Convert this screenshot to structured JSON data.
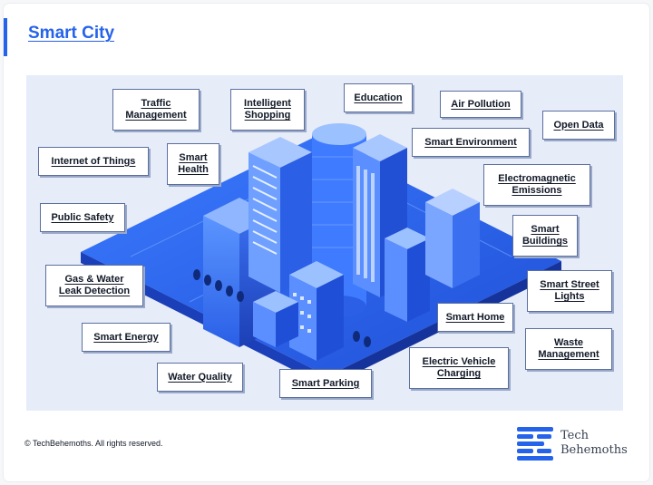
{
  "header": {
    "title": "Smart City"
  },
  "labels": [
    {
      "id": "traffic-management",
      "text": "Traffic\nManagement"
    },
    {
      "id": "intelligent-shopping",
      "text": "Intelligent\nShopping"
    },
    {
      "id": "education",
      "text": "Education"
    },
    {
      "id": "air-pollution",
      "text": "Air Pollution"
    },
    {
      "id": "open-data",
      "text": "Open Data"
    },
    {
      "id": "internet-of-things",
      "text": "Internet of Things"
    },
    {
      "id": "smart-health",
      "text": "Smart\nHealth"
    },
    {
      "id": "smart-environment",
      "text": "Smart Environment"
    },
    {
      "id": "electromagnetic-emissions",
      "text": "Electromagnetic\nEmissions"
    },
    {
      "id": "public-safety",
      "text": "Public Safety"
    },
    {
      "id": "smart-buildings",
      "text": "Smart\nBuildings"
    },
    {
      "id": "gas-water-leak-detection",
      "text": "Gas & Water\nLeak Detection"
    },
    {
      "id": "smart-street-lights",
      "text": "Smart Street\nLights"
    },
    {
      "id": "smart-home",
      "text": "Smart Home"
    },
    {
      "id": "smart-energy",
      "text": "Smart Energy"
    },
    {
      "id": "waste-management",
      "text": "Waste\nManagement"
    },
    {
      "id": "electric-vehicle-charging",
      "text": "Electric Vehicle\nCharging"
    },
    {
      "id": "water-quality",
      "text": "Water Quality"
    },
    {
      "id": "smart-parking",
      "text": "Smart Parking"
    }
  ],
  "footer": {
    "copyright": "© TechBehemoths. All rights reserved.",
    "brand_name": "Tech\nBehemoths",
    "brand_icon": "tech-behemoths-logo-icon"
  },
  "colors": {
    "accent": "#2563eb",
    "panel_bg": "#e7ecf9",
    "city_blue": "#2f6bf0",
    "city_dark": "#1a3fb8"
  }
}
